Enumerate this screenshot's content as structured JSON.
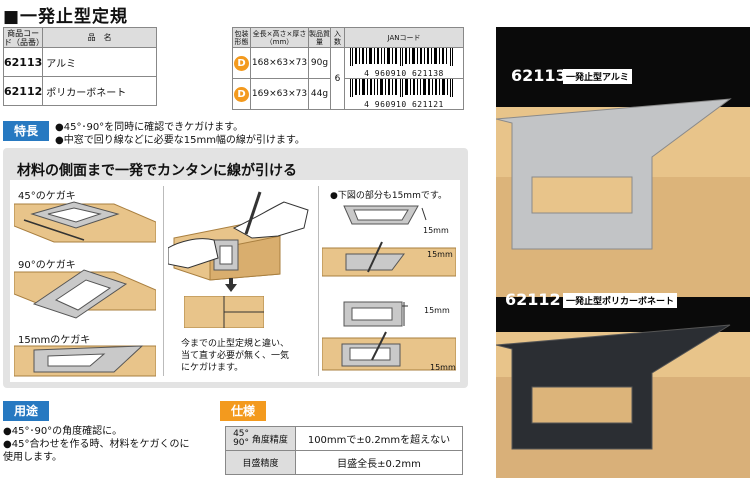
{
  "title": "■一発止型定規",
  "products": {
    "headers": [
      "商品コード（品番）",
      "品　名"
    ],
    "rows": [
      {
        "code": "62113",
        "name": "アルミ"
      },
      {
        "code": "62112",
        "name": "ポリカーボネート"
      }
    ]
  },
  "specs": {
    "headers": [
      "包装形態",
      "全長×高さ×厚さ（mm）",
      "製品質量",
      "入数",
      "JANコード"
    ],
    "pack_icon": "D",
    "quantity": "6",
    "rows": [
      {
        "dims": "168×63×73",
        "weight": "90g",
        "jan": "4 960910 621138"
      },
      {
        "dims": "169×63×73",
        "weight": "44g",
        "jan": "4 960910 621121"
      }
    ]
  },
  "feature": {
    "badge": "特長",
    "lines": [
      "●45°･90°を同時に確認できケガけます。",
      "●中窓で回り線などに必要な15mm幅の線が引けます。"
    ]
  },
  "panel": {
    "title": "材料の側面まで一発でカンタンに線が引ける",
    "label_45": "45°のケガキ",
    "label_90": "90°のケガキ",
    "label_15": "15mmのケガキ",
    "caption_lines": [
      "今までの止型定規と違い、",
      "当て直す必要が無く、一気",
      "にケガけます。"
    ],
    "note": "●下図の部分も15mmです。",
    "dim": "15mm"
  },
  "usage": {
    "badge": "用途",
    "lines": [
      "●45°･90°の角度確認に。",
      "●45°合わせを作る時、材料をケガくのに",
      "使用します。"
    ]
  },
  "spec": {
    "badge": "仕様",
    "angle_key_top": "45°",
    "angle_key_bottom": "90°",
    "angle_key_label": "角度精度",
    "angle_value": "100mmで±0.2mmを超えない",
    "scale_key": "目盛精度",
    "scale_value": "目盛全長±0.2mm"
  },
  "photo": {
    "item1_code": "62113",
    "item1_tag": "一発止型アルミ",
    "item2_code": "62112",
    "item2_tag": "一発止型ポリカーボネート"
  },
  "colors": {
    "blue": "#2779c1",
    "orange": "#f39a1e",
    "wood": "#e8c48a",
    "dark": "#0a0a0a"
  }
}
